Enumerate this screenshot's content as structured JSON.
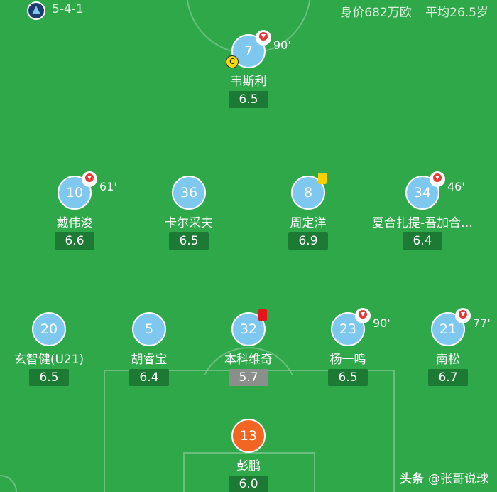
{
  "header": {
    "formation": "5-4-1",
    "market_value": "身价682万欧",
    "avg_age": "平均26.5岁"
  },
  "watermark": {
    "brand": "头条",
    "author": "@张哥说球"
  },
  "players": {
    "weisili": {
      "number": "7",
      "name": "韦斯利",
      "rating": "6.5",
      "sub_minute": "90'",
      "captain_label": "C"
    },
    "daiweijun": {
      "number": "10",
      "name": "戴伟浚",
      "rating": "6.6",
      "sub_minute": "61'"
    },
    "kaercaifu": {
      "number": "36",
      "name": "卡尔采夫",
      "rating": "6.5"
    },
    "zhoudingyang": {
      "number": "8",
      "name": "周定洋",
      "rating": "6.9",
      "card": "yellow"
    },
    "xiahe": {
      "number": "34",
      "name": "夏合扎提-吾加合…",
      "rating": "6.4",
      "sub_minute": "46'"
    },
    "xuanzhijian": {
      "number": "20",
      "name": "玄智健(U21)",
      "rating": "6.5"
    },
    "huruibao": {
      "number": "5",
      "name": "胡睿宝",
      "rating": "6.4"
    },
    "benkeweiqi": {
      "number": "32",
      "name": "本科维奇",
      "rating": "5.7",
      "card": "red"
    },
    "yangyiming": {
      "number": "23",
      "name": "杨一鸣",
      "rating": "6.5",
      "sub_minute": "90'"
    },
    "nansong": {
      "number": "21",
      "name": "南松",
      "rating": "6.7",
      "sub_minute": "77'"
    },
    "pengpeng": {
      "number": "13",
      "name": "彭鹏",
      "rating": "6.0"
    }
  },
  "colors": {
    "pitch": "#2fa84a",
    "outfield_kit": "#7ec8f0",
    "goalkeeper_kit": "#f26522",
    "rating_good": "#1c7a35",
    "rating_low": "#8a8f8b",
    "yellow_card": "#f8d000",
    "red_card": "#e8141b"
  }
}
